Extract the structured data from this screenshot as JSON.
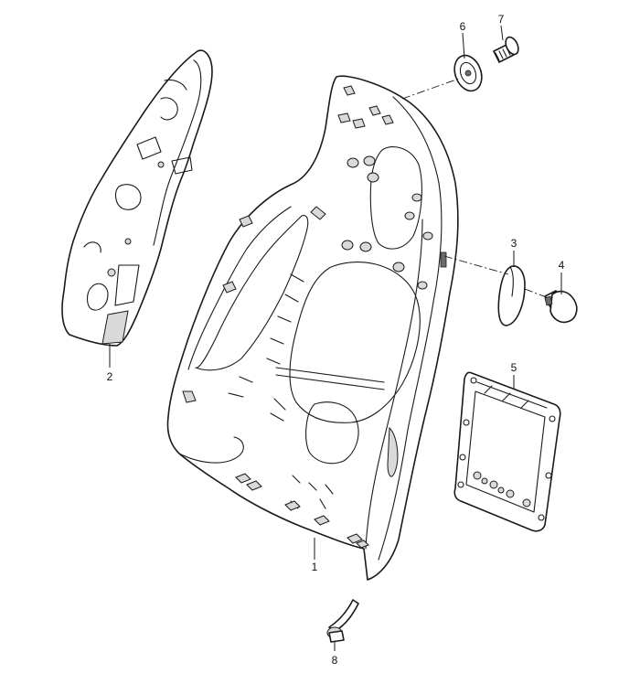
{
  "callouts": [
    {
      "id": "1",
      "label": "1"
    },
    {
      "id": "2",
      "label": "2"
    },
    {
      "id": "3",
      "label": "3"
    },
    {
      "id": "4",
      "label": "4"
    },
    {
      "id": "5",
      "label": "5"
    },
    {
      "id": "6",
      "label": "6"
    },
    {
      "id": "7",
      "label": "7"
    },
    {
      "id": "8",
      "label": "8"
    }
  ],
  "colors": {
    "line": "#1a1a1a",
    "background": "#ffffff",
    "shade": "#d9d9d9"
  }
}
